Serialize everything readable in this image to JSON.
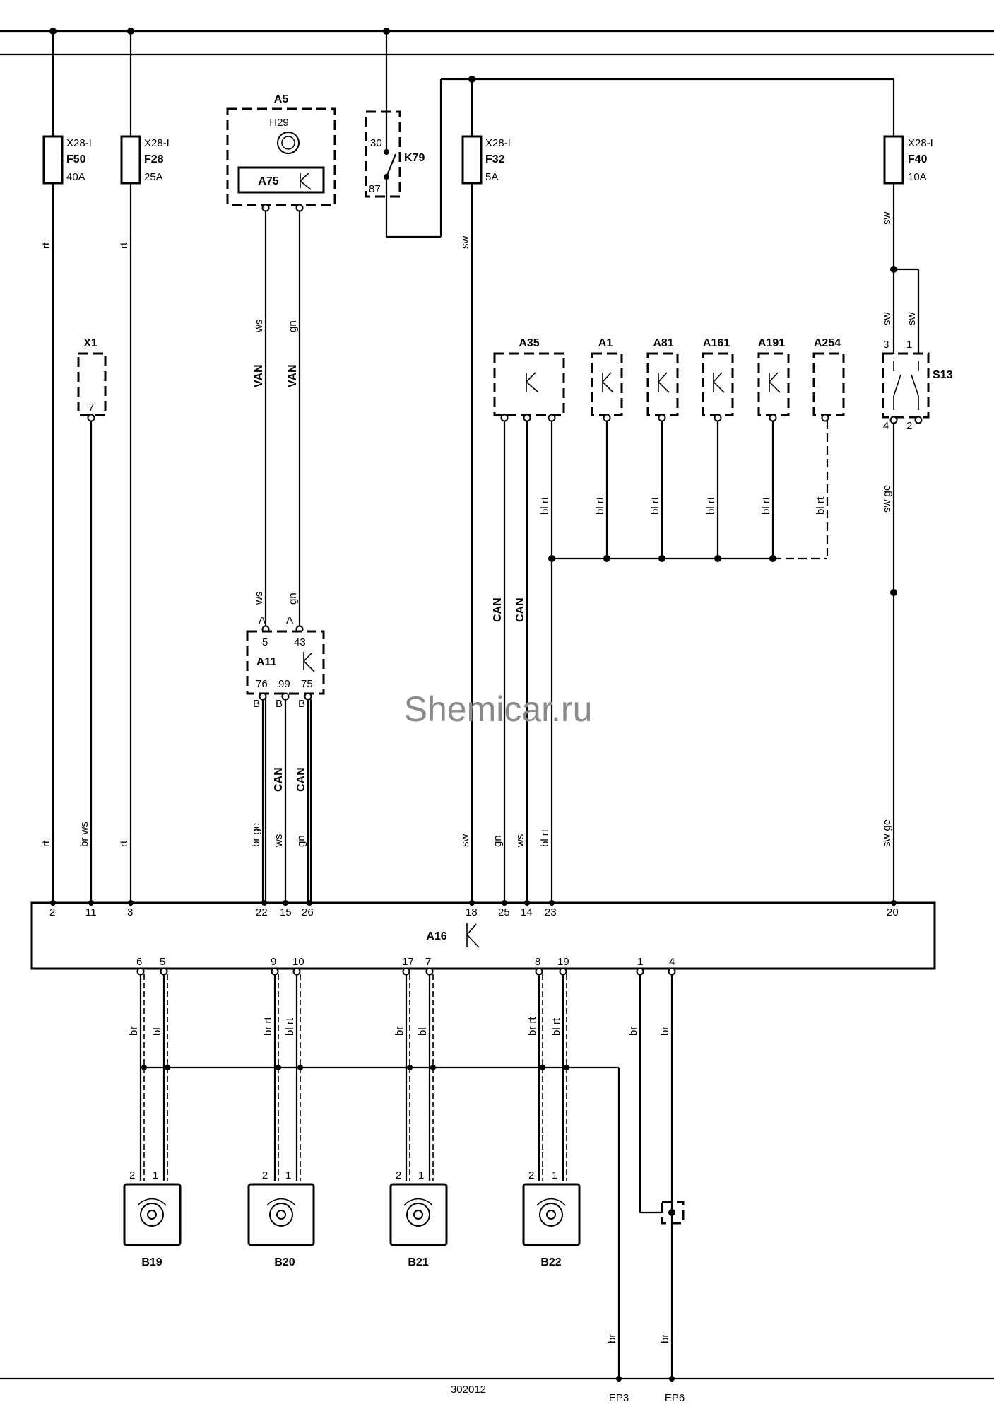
{
  "watermark": "Shemicar.ru",
  "page_number": "302012",
  "fuses": [
    {
      "conn": "X28-I",
      "id": "F50",
      "rating": "40A"
    },
    {
      "conn": "X28-I",
      "id": "F28",
      "rating": "25A"
    },
    {
      "conn": "X28-I",
      "id": "F32",
      "rating": "5A"
    },
    {
      "conn": "X28-I",
      "id": "F40",
      "rating": "10A"
    }
  ],
  "relay": {
    "id": "K79",
    "pin_top": "30",
    "pin_bottom": "87"
  },
  "module_a5": {
    "id": "A5",
    "lamp": "H29",
    "sub": "A75"
  },
  "module_x1": {
    "id": "X1",
    "pin": "7"
  },
  "module_a11": {
    "id": "A11",
    "pins_top": [
      "5",
      "43"
    ],
    "pins_bottom": [
      "76",
      "99",
      "75"
    ],
    "conn_top": "A",
    "conn_bottom": "B"
  },
  "modules_row": [
    "A35",
    "A1",
    "A81",
    "A161",
    "A191",
    "A254"
  ],
  "switch_s13": {
    "id": "S13",
    "pins_top": [
      "3",
      "1"
    ],
    "pins_bottom": [
      "4",
      "2"
    ]
  },
  "main_unit": {
    "id": "A16",
    "top_pins": [
      "2",
      "11",
      "3",
      "22",
      "15",
      "26",
      "18",
      "25",
      "14",
      "23",
      "20"
    ],
    "bottom_pins": [
      "6",
      "5",
      "9",
      "10",
      "17",
      "7",
      "8",
      "19",
      "1",
      "4"
    ]
  },
  "sensors": [
    {
      "id": "B19",
      "pins": [
        "2",
        "1"
      ]
    },
    {
      "id": "B20",
      "pins": [
        "2",
        "1"
      ]
    },
    {
      "id": "B21",
      "pins": [
        "2",
        "1"
      ]
    },
    {
      "id": "B22",
      "pins": [
        "2",
        "1"
      ]
    }
  ],
  "ground_points": [
    "EP3",
    "EP6"
  ],
  "wire_colors": {
    "rt": "rt",
    "sw": "sw",
    "ws": "ws",
    "gn": "gn",
    "br": "br",
    "bl": "bl",
    "br_ws": "br ws",
    "br_ge": "br ge",
    "bl_rt": "bl rt",
    "br_rt": "br rt",
    "sw_ge": "sw ge"
  },
  "bus_labels": {
    "van": "VAN",
    "can": "CAN"
  }
}
